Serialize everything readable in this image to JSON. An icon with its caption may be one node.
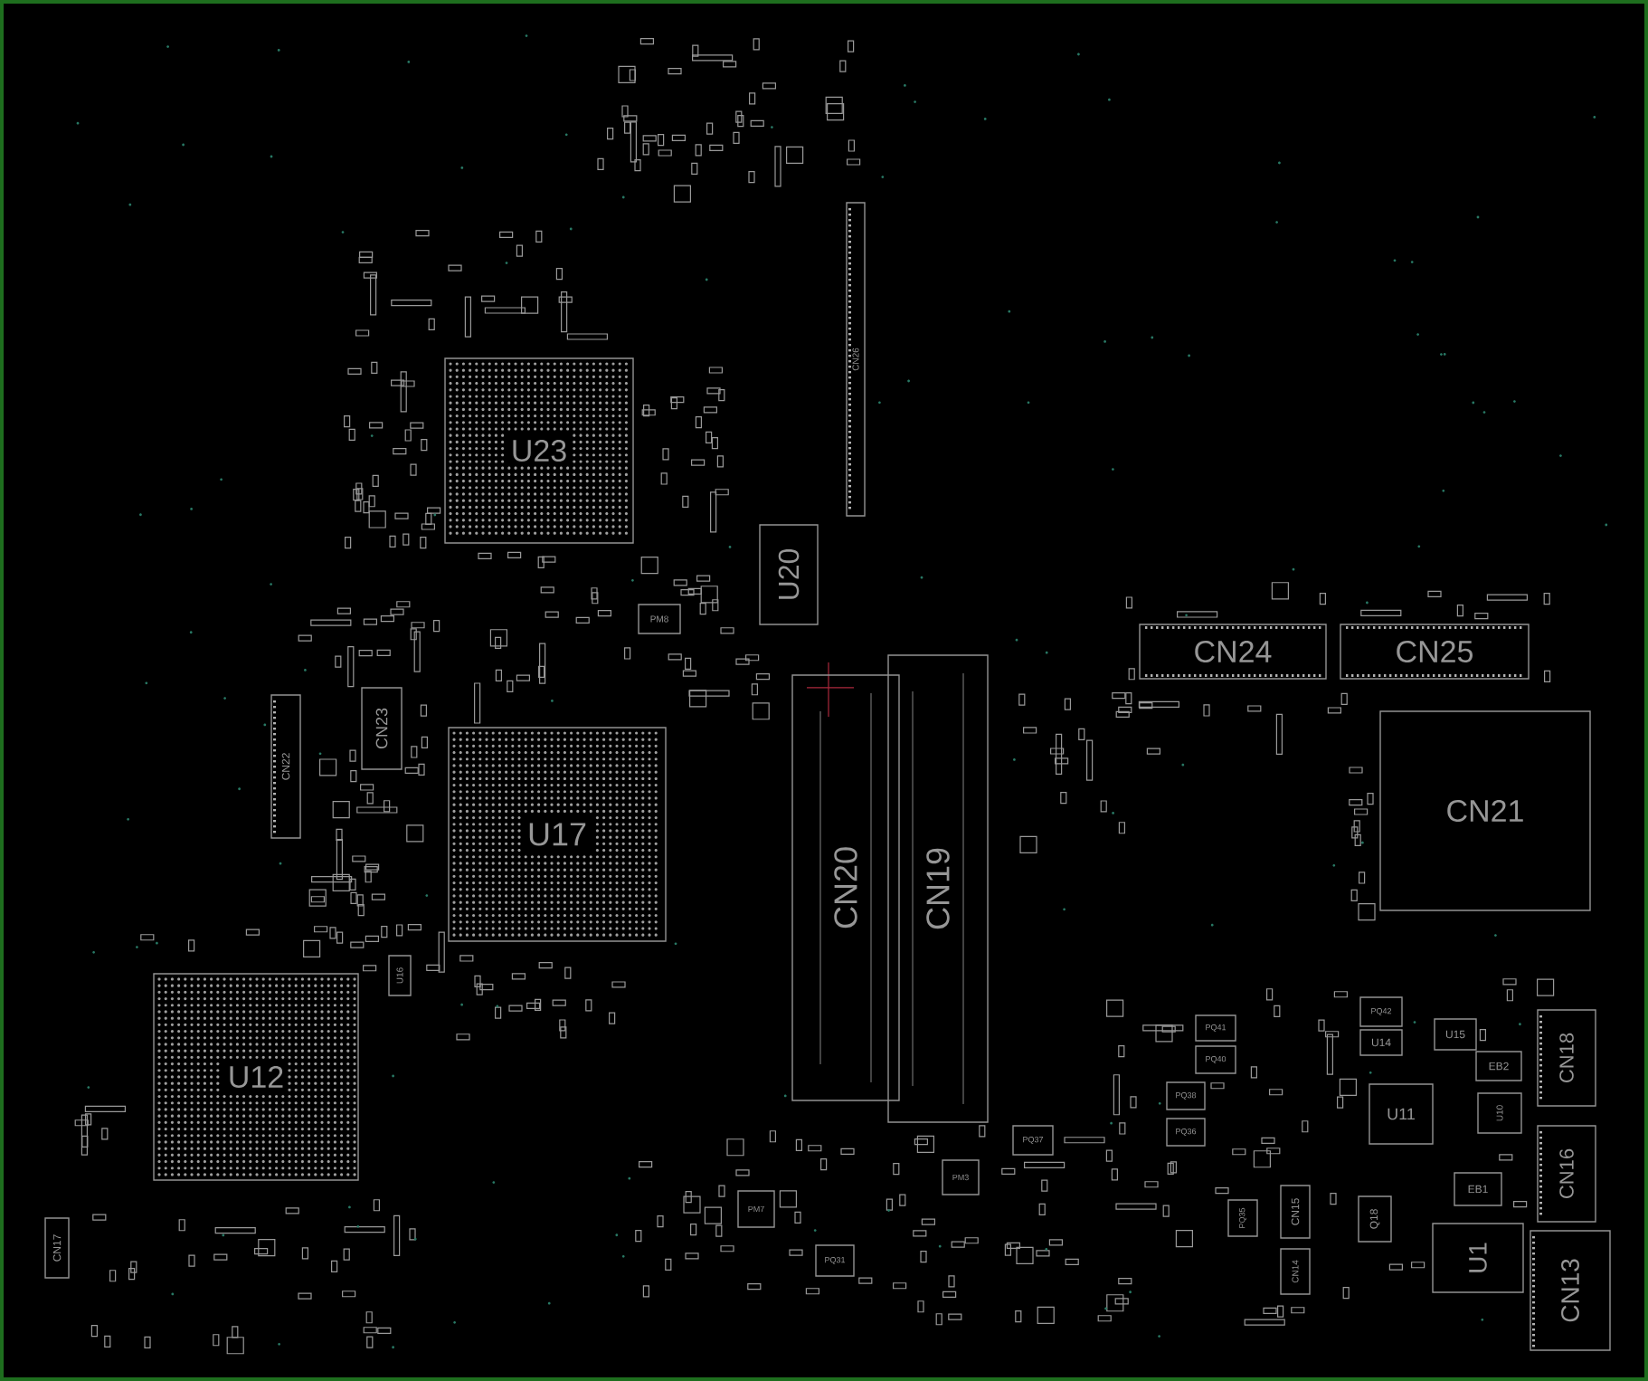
{
  "diagram": {
    "nodes": [
      {
        "text": [
          "U23"
        ]
      },
      {
        "text": [
          "CN26"
        ]
      },
      {
        "text": [
          "U20"
        ]
      },
      {
        "text": [
          "PM8"
        ]
      },
      {
        "text": [
          "CN22"
        ]
      },
      {
        "text": [
          "CN23"
        ]
      },
      {
        "text": [
          "U17"
        ]
      },
      {
        "text": [
          "CN20"
        ]
      },
      {
        "text": [
          "CN19"
        ]
      },
      {
        "text": [
          "CN24"
        ]
      },
      {
        "text": [
          "CN25"
        ]
      },
      {
        "text": [
          "CN21"
        ]
      },
      {
        "text": [
          "U12"
        ]
      },
      {
        "text": [
          "U16"
        ]
      },
      {
        "text": [
          "CN17"
        ]
      },
      {
        "text": [
          "PQ37"
        ]
      },
      {
        "text": [
          "PM3"
        ]
      },
      {
        "text": [
          "PM7"
        ]
      },
      {
        "text": [
          "PQ31"
        ]
      },
      {
        "text": [
          "PQ41"
        ]
      },
      {
        "text": [
          "PQ40"
        ]
      },
      {
        "text": [
          "PQ38"
        ]
      },
      {
        "text": [
          "PQ36"
        ]
      },
      {
        "text": [
          "PQ42"
        ]
      },
      {
        "text": [
          "U14"
        ]
      },
      {
        "text": [
          "U15"
        ]
      },
      {
        "text": [
          "EB2"
        ]
      },
      {
        "text": [
          "U11"
        ]
      },
      {
        "text": [
          "U10"
        ]
      },
      {
        "text": [
          "EB1"
        ]
      },
      {
        "text": [
          "CN18"
        ]
      },
      {
        "text": [
          "CN16"
        ]
      },
      {
        "text": [
          "PQ35"
        ]
      },
      {
        "text": [
          "CN15"
        ]
      },
      {
        "text": [
          "CN14"
        ]
      },
      {
        "text": [
          "Q18"
        ]
      },
      {
        "text": [
          "U1"
        ]
      },
      {
        "text": [
          "CN13"
        ]
      }
    ]
  }
}
